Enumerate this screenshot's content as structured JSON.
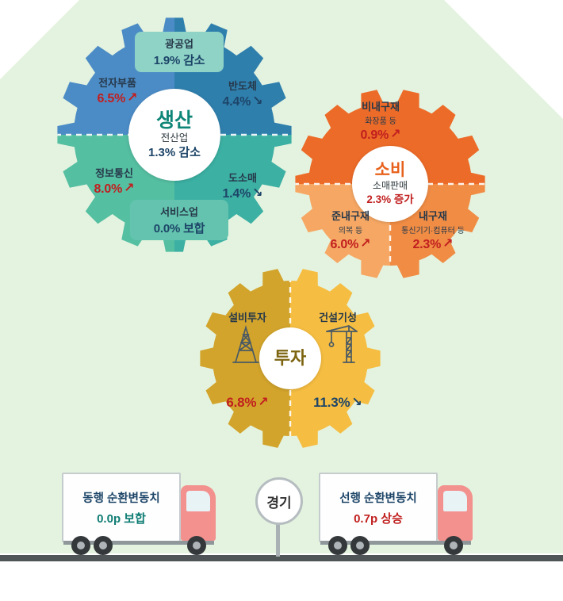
{
  "palette": {
    "background_arrow": "#e4f3df",
    "production_blue": "#4c8cc6",
    "production_blue_dark": "#2f7fad",
    "production_teal": "#3cb0a3",
    "production_teal_light": "#55bfa2",
    "mining_box": "#8fd2c6",
    "services_box": "#63c3ae",
    "consumption_orange": "#ec6b28",
    "consumption_orange_mid": "#f08c44",
    "consumption_orange_light": "#f6a763",
    "investment_gold": "#d2a42c",
    "investment_gold_light": "#f5bd41",
    "increase_red": "#c11f1f",
    "decrease_navy": "#1d4568",
    "flat_teal": "#0f7d74"
  },
  "icons": {
    "up_arrow": "↗",
    "down_arrow": "↘"
  },
  "production": {
    "title": "생산",
    "subtitle": "전산업",
    "value": "1.3% 감소",
    "mining": {
      "name": "광공업",
      "value": "1.9% 감소"
    },
    "electronic_parts": {
      "name": "전자부품",
      "value": "6.5%"
    },
    "semiconductor": {
      "name": "반도체",
      "value": "4.4%"
    },
    "ict": {
      "name": "정보통신",
      "value": "8.0%"
    },
    "wholesale_retail": {
      "name": "도소매",
      "value": "1.4%"
    },
    "services": {
      "name": "서비스업",
      "value": "0.0% 보합"
    }
  },
  "consumption": {
    "title": "소비",
    "subtitle": "소매판매",
    "value": "2.3% 증가",
    "nondurable": {
      "name": "비내구재",
      "detail": "화장품 등",
      "value": "0.9%"
    },
    "semidurable": {
      "name": "준내구재",
      "detail": "의복 등",
      "value": "6.0%"
    },
    "durable": {
      "name": "내구재",
      "detail": "통신기기·컴퓨터 등",
      "value": "2.3%"
    }
  },
  "investment": {
    "title": "투자",
    "facility": {
      "name": "설비투자",
      "value": "6.8%"
    },
    "construction": {
      "name": "건설기성",
      "value": "11.3%"
    }
  },
  "economy": {
    "sign": "경기",
    "coincident": {
      "name": "동행 순환변동치",
      "value": "0.0p 보합"
    },
    "leading": {
      "name": "선행 순환변동치",
      "value": "0.7p 상승"
    }
  }
}
